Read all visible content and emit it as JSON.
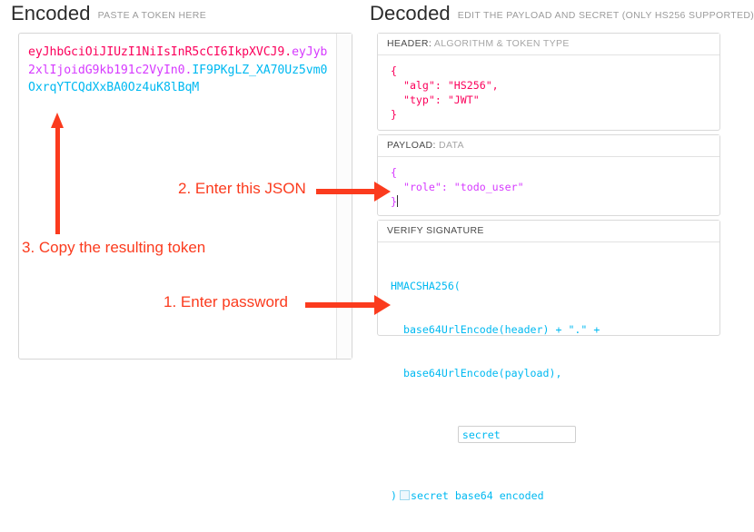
{
  "encoded": {
    "title": "Encoded",
    "subtitle": "PASTE A TOKEN HERE",
    "token": {
      "header_part": "eyJhbGciOiJIUzI1NiIsInR5cCI6IkpXVCJ9",
      "dot1": ".",
      "payload_part": "eyJyb2xlIjoidG9kb191c2VyIn0",
      "dot2": ".",
      "signature_part": "IF9PKgLZ_XA70Uz5vm0OxrqYTCQdXxBA0Oz4uK8lBqM",
      "full": "eyJhbGciOiJIUzI1NiIsInR5cCI6IkpXVCJ9.eyJyb2xlIjoidG9kb191c2VyIn0.IF9PKgLZ_XA70Uz5vm0OxrqYTCQdXxBA0Oz4uK8lBqM"
    }
  },
  "decoded": {
    "title": "Decoded",
    "subtitle": "EDIT THE PAYLOAD AND SECRET (ONLY HS256 SUPPORTED)",
    "sections": [
      {
        "label_strong": "HEADER:",
        "label_muted": "ALGORITHM & TOKEN TYPE",
        "body": "{\n  \"alg\": \"HS256\",\n  \"typ\": \"JWT\"\n}"
      },
      {
        "label_strong": "PAYLOAD:",
        "label_muted": "DATA",
        "body": "{\n  \"role\": \"todo_user\"\n}"
      },
      {
        "label_strong": "VERIFY SIGNATURE",
        "label_muted": "",
        "line1": "HMACSHA256(",
        "line2": "  base64UrlEncode(header) + \".\" +",
        "line3": "  base64UrlEncode(payload),",
        "secret_value": "secret",
        "secret_placeholder": "secret",
        "closing_paren": ")",
        "base64_label": "secret base64 encoded",
        "base64_checked": false
      }
    ]
  },
  "annotations": [
    {
      "id": "step-1",
      "text": "1. Enter password"
    },
    {
      "id": "step-2",
      "text": "2. Enter this JSON"
    },
    {
      "id": "step-3",
      "text": "3. Copy the resulting token"
    }
  ],
  "colors": {
    "annotation": "#fb3b1e",
    "token_header": "#fb015b",
    "token_payload": "#d63aff",
    "token_signature": "#00b9f1",
    "panel_border": "#d9d9d9"
  }
}
